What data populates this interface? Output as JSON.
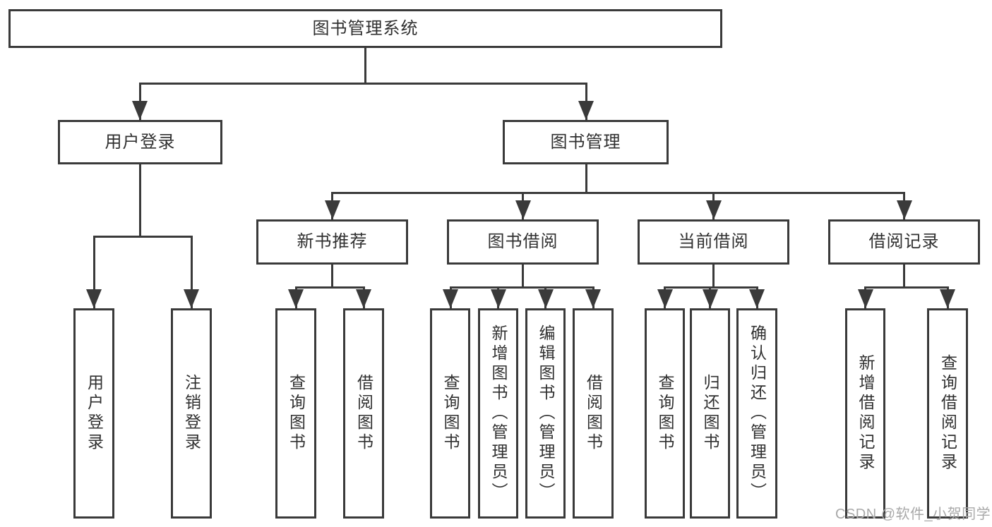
{
  "tree": {
    "label": "图书管理系统",
    "children": [
      {
        "label": "用户登录",
        "children": [
          {
            "label": "用户登录"
          },
          {
            "label": "注销登录"
          }
        ]
      },
      {
        "label": "图书管理",
        "children": [
          {
            "label": "新书推荐",
            "children": [
              {
                "label": "查询图书"
              },
              {
                "label": "借阅图书"
              }
            ]
          },
          {
            "label": "图书借阅",
            "children": [
              {
                "label": "查询图书"
              },
              {
                "label": "新增图书（管理员）"
              },
              {
                "label": "编辑图书（管理员）"
              },
              {
                "label": "借阅图书"
              }
            ]
          },
          {
            "label": "当前借阅",
            "children": [
              {
                "label": "查询图书"
              },
              {
                "label": "归还图书"
              },
              {
                "label": "确认归还（管理员）"
              }
            ]
          },
          {
            "label": "借阅记录",
            "children": [
              {
                "label": "新增借阅记录"
              },
              {
                "label": "查询借阅记录"
              }
            ]
          }
        ]
      }
    ]
  },
  "watermark": "CSDN @软件_小贺同学",
  "colors": {
    "line": "#3a3a3a",
    "text": "#303030",
    "watermark": "#a9a9a9",
    "background": "#ffffff"
  }
}
